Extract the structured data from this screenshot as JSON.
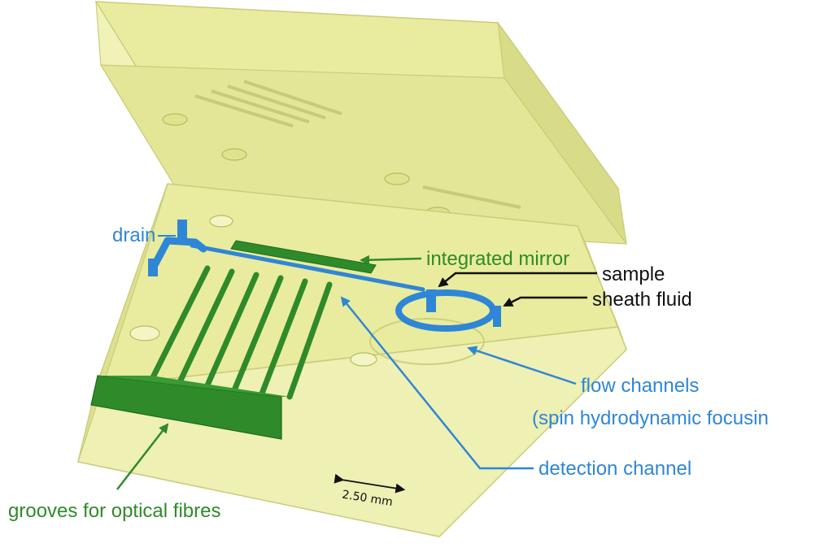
{
  "colors": {
    "body": "#e9ec9e",
    "body_light": "#f3f5be",
    "body_dark": "#cfd27a",
    "edge": "#bcbf6a",
    "blue": "#2f86d6",
    "green": "#2f8a2a",
    "green_dark": "#1f6b1c",
    "black": "#111111"
  },
  "labels": {
    "drain": "drain",
    "integrated_mirror": "integrated mirror",
    "sample": "sample",
    "sheath_fluid": "sheath fluid",
    "flow_channels_line1": "flow channels",
    "flow_channels_line2": "(spin hydrodynamic focusin",
    "detection_channel": "detection channel",
    "grooves": "grooves for optical fibres"
  },
  "scale_bar": {
    "text": "2.50 mm"
  }
}
